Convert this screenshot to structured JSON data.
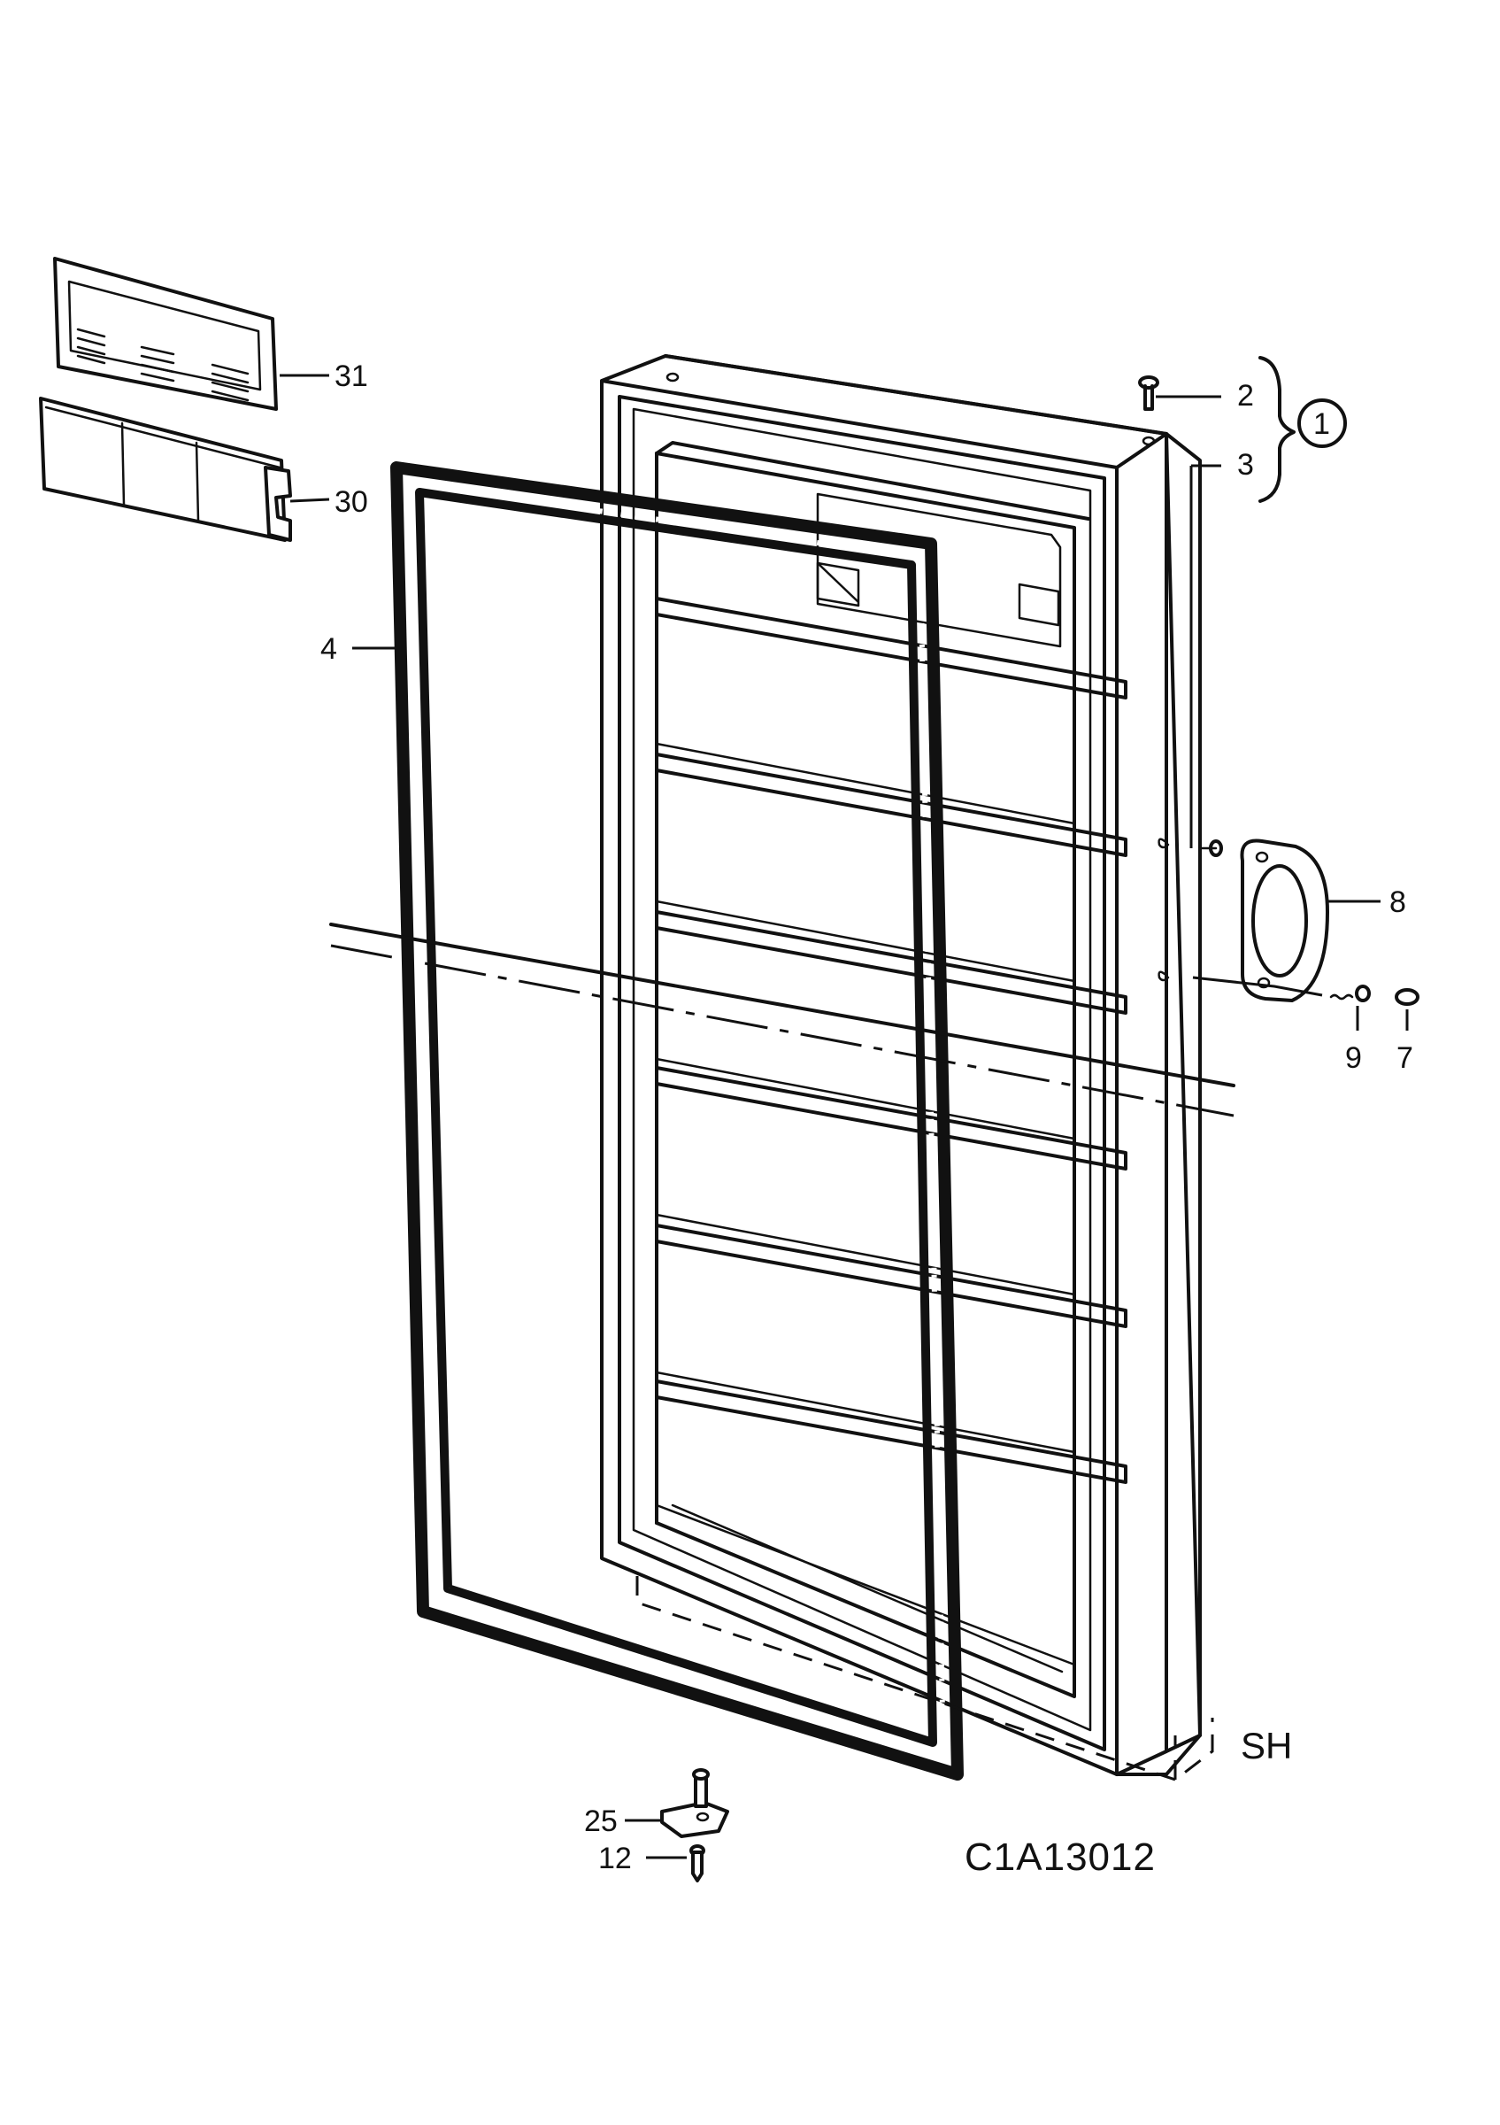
{
  "drawing_code": "C1A13012",
  "section_mark": "SH",
  "callouts": {
    "c31": "31",
    "c30": "30",
    "c2": "2",
    "c3": "3",
    "c1": "1",
    "c4": "4",
    "c8": "8",
    "c9": "9",
    "c7": "7",
    "c25": "25",
    "c12": "12"
  }
}
